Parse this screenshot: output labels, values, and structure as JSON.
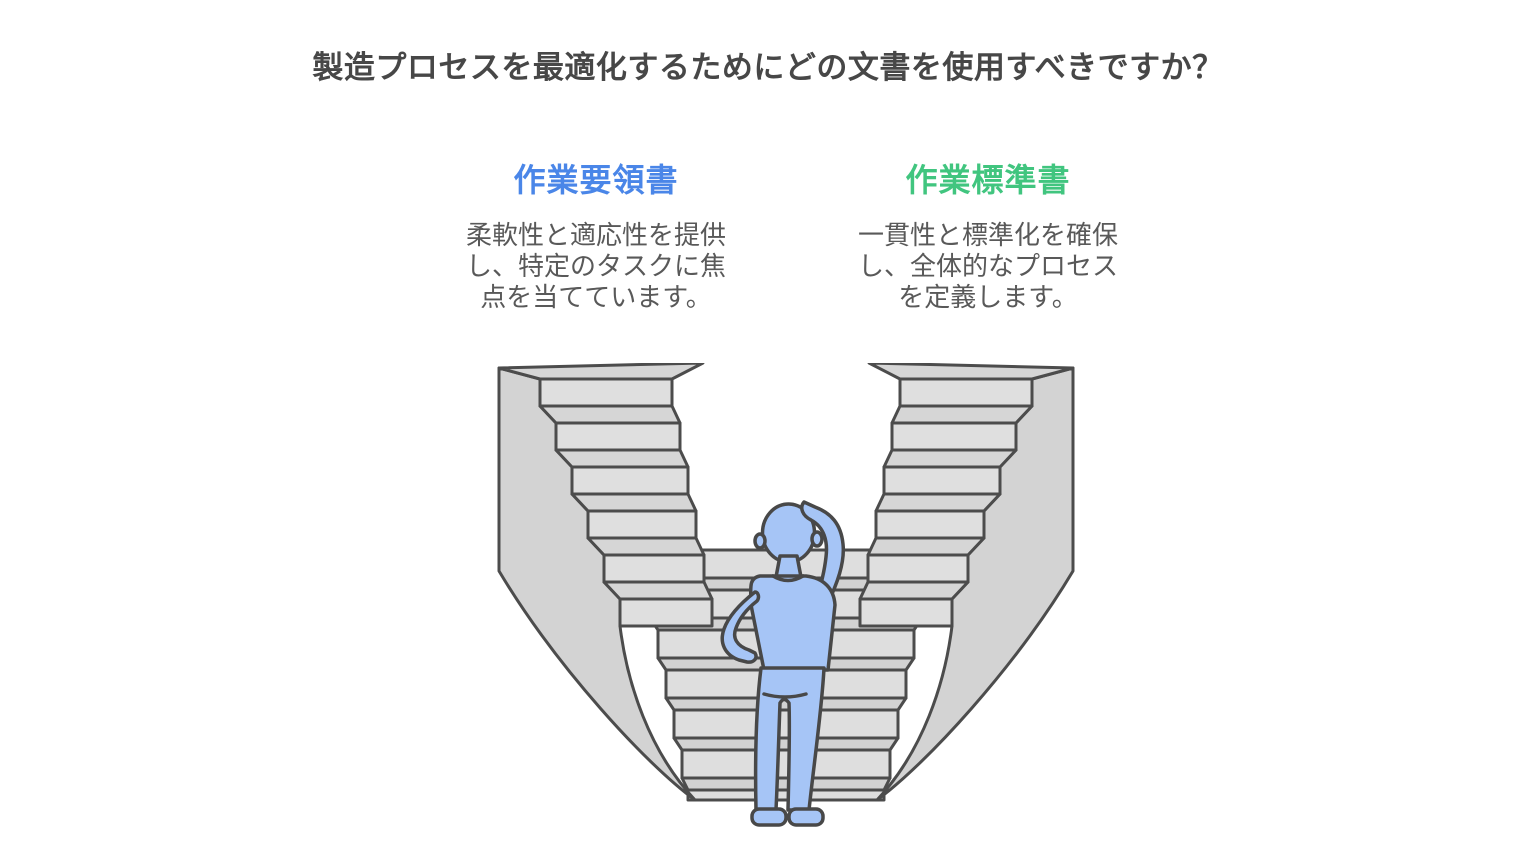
{
  "title": {
    "text": "製造プロセスを最適化するためにどの文書を使用すべきですか？",
    "color": "#474747"
  },
  "options": {
    "left": {
      "heading": "作業要領書",
      "heading_color": "#4a86e8",
      "description": "柔軟性と適応性を提供\nし、特定のタスクに焦\n点を当てています。"
    },
    "right": {
      "heading": "作業標準書",
      "heading_color": "#41c57f",
      "description": "一貫性と標準化を確保\nし、全体的なプロセス\nを定義します。"
    }
  },
  "illustration": {
    "name": "person-at-forked-staircase",
    "stair_fill": "#dedede",
    "stair_wall_fill": "#d3d3d3",
    "stair_outline": "#4c4c4c",
    "person_fill": "#a6c5f6",
    "person_outline": "#484848",
    "background": "#ffffff"
  }
}
